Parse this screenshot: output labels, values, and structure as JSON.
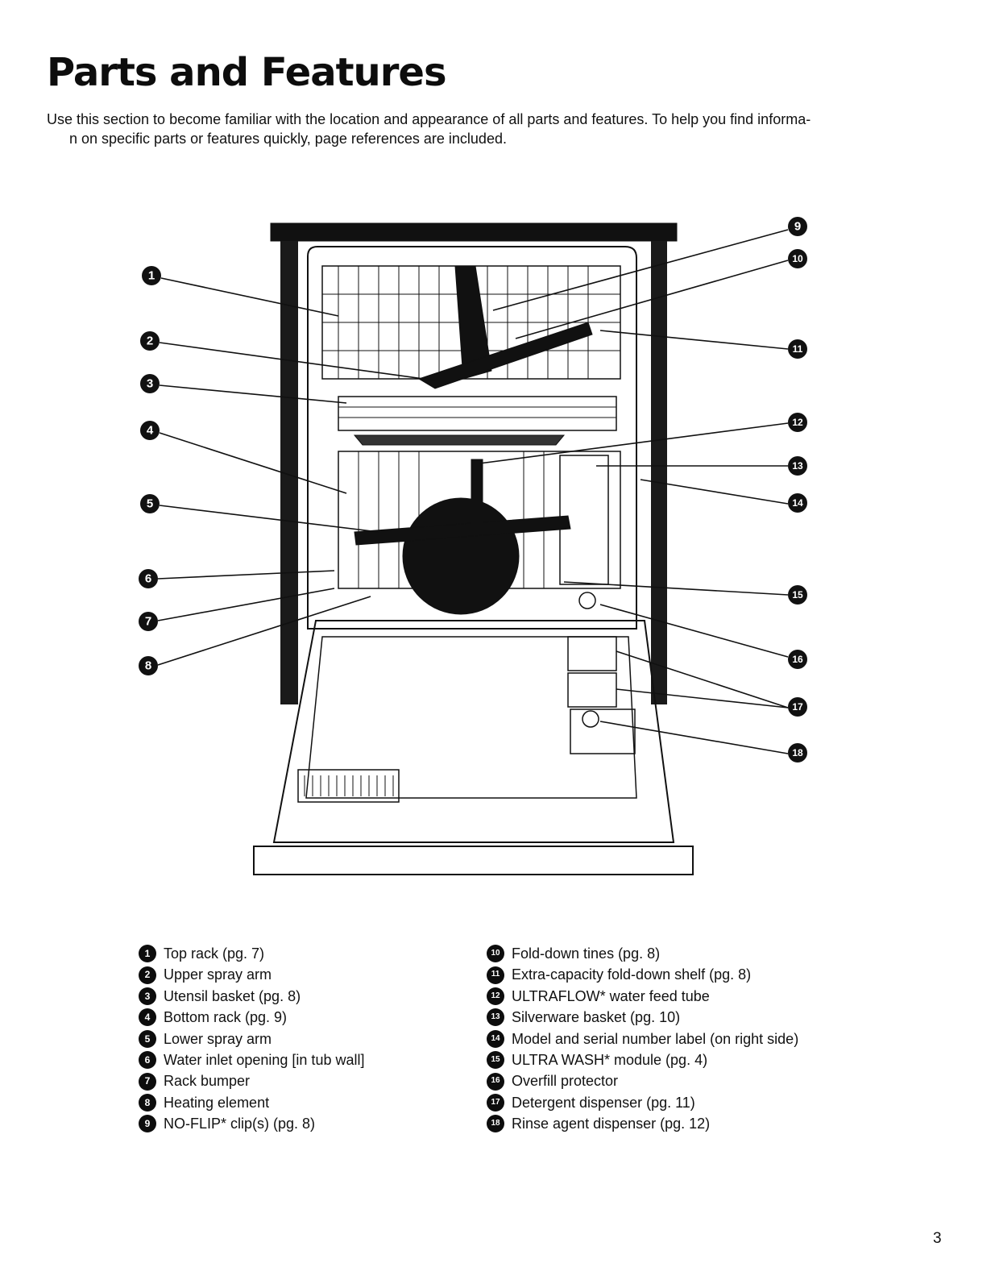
{
  "title": "Parts and Features",
  "intro_line1": "Use this section to become familiar with the location and appearance of all parts and features. To help you find informa-",
  "intro_line2": "n on specific parts or features quickly, page references are included.",
  "callouts": [
    "1",
    "2",
    "3",
    "4",
    "5",
    "6",
    "7",
    "8",
    "9",
    "10",
    "11",
    "12",
    "13",
    "14",
    "15",
    "16",
    "17",
    "18"
  ],
  "legend_left": [
    {
      "num": "1",
      "text": "Top rack (pg. 7)"
    },
    {
      "num": "2",
      "text": "Upper spray arm"
    },
    {
      "num": "3",
      "text": "Utensil basket (pg. 8)"
    },
    {
      "num": "4",
      "text": "Bottom rack (pg. 9)"
    },
    {
      "num": "5",
      "text": "Lower spray arm"
    },
    {
      "num": "6",
      "text": "Water inlet opening [in tub wall]"
    },
    {
      "num": "7",
      "text": "Rack bumper"
    },
    {
      "num": "8",
      "text": "Heating element"
    },
    {
      "num": "9",
      "text": "NO-FLIP* clip(s) (pg. 8)"
    }
  ],
  "legend_right": [
    {
      "num": "10",
      "text": "Fold-down tines (pg. 8)"
    },
    {
      "num": "11",
      "text": "Extra-capacity fold-down shelf (pg. 8)"
    },
    {
      "num": "12",
      "text": "ULTRAFLOW* water feed tube"
    },
    {
      "num": "13",
      "text": "Silverware basket (pg. 10)"
    },
    {
      "num": "14",
      "text": "Model and serial number label (on right side)"
    },
    {
      "num": "15",
      "text": "ULTRA WASH* module (pg. 4)"
    },
    {
      "num": "16",
      "text": "Overfill protector"
    },
    {
      "num": "17",
      "text": "Detergent dispenser (pg. 11)"
    },
    {
      "num": "18",
      "text": "Rinse agent dispenser (pg. 12)"
    }
  ],
  "page_number": "3"
}
